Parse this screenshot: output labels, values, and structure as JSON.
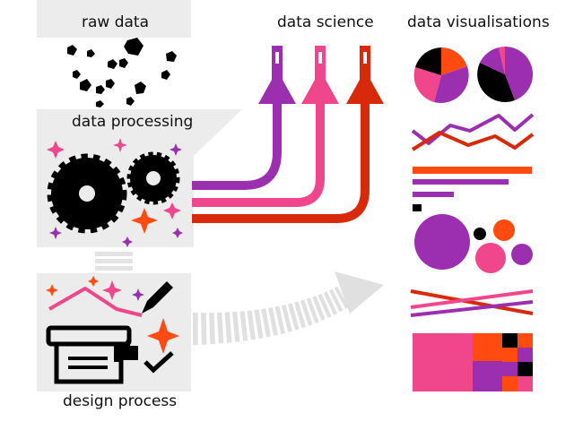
{
  "labels": {
    "raw_data": "raw data",
    "data_processing": "data processing",
    "design_process": "design process",
    "data_science": "data science",
    "data_visualisations": "data visualisations"
  },
  "colors": {
    "purple": "#9b2fb0",
    "pink": "#f0468c",
    "red": "#d8290b",
    "orange": "#ff4a10",
    "black": "#000000",
    "grey_panel": "#ececec",
    "grey_arrow": "#dddddd"
  }
}
